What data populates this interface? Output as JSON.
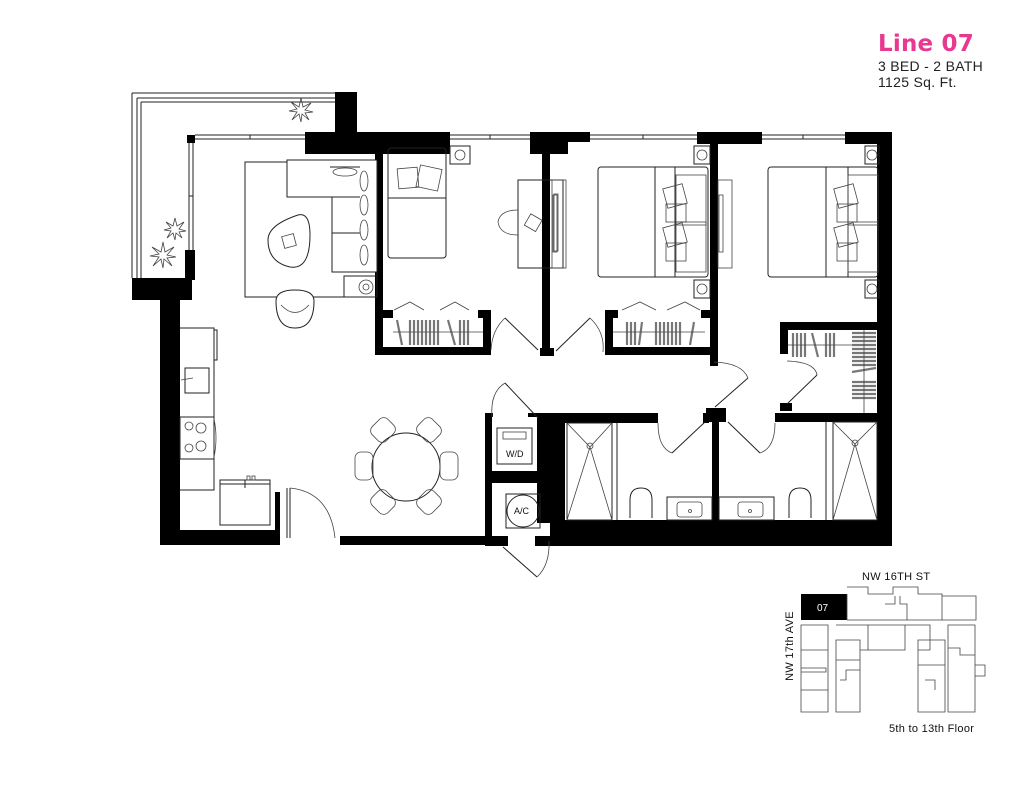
{
  "header": {
    "unit_name": "Line 07",
    "unit_type": "3 BED - 2 BATH",
    "area": "1125 Sq. Ft."
  },
  "colors": {
    "accent": "#e8388f",
    "walls": "#000000",
    "text": "#222222"
  },
  "floor_plan": {
    "rooms": [
      {
        "name": "balcony"
      },
      {
        "name": "living-room"
      },
      {
        "name": "kitchen"
      },
      {
        "name": "dining-area"
      },
      {
        "name": "bedroom-1"
      },
      {
        "name": "bedroom-2"
      },
      {
        "name": "bedroom-3"
      },
      {
        "name": "bathroom-1"
      },
      {
        "name": "bathroom-2"
      },
      {
        "name": "walk-in-closet"
      }
    ],
    "labels": {
      "washer_dryer": "W/D",
      "ac": "A/C"
    }
  },
  "key_plan": {
    "street_top": "NW 16TH ST",
    "street_left": "NW 17th AVE",
    "unit_marker": "07",
    "floors": "5th to 13th Floor"
  }
}
